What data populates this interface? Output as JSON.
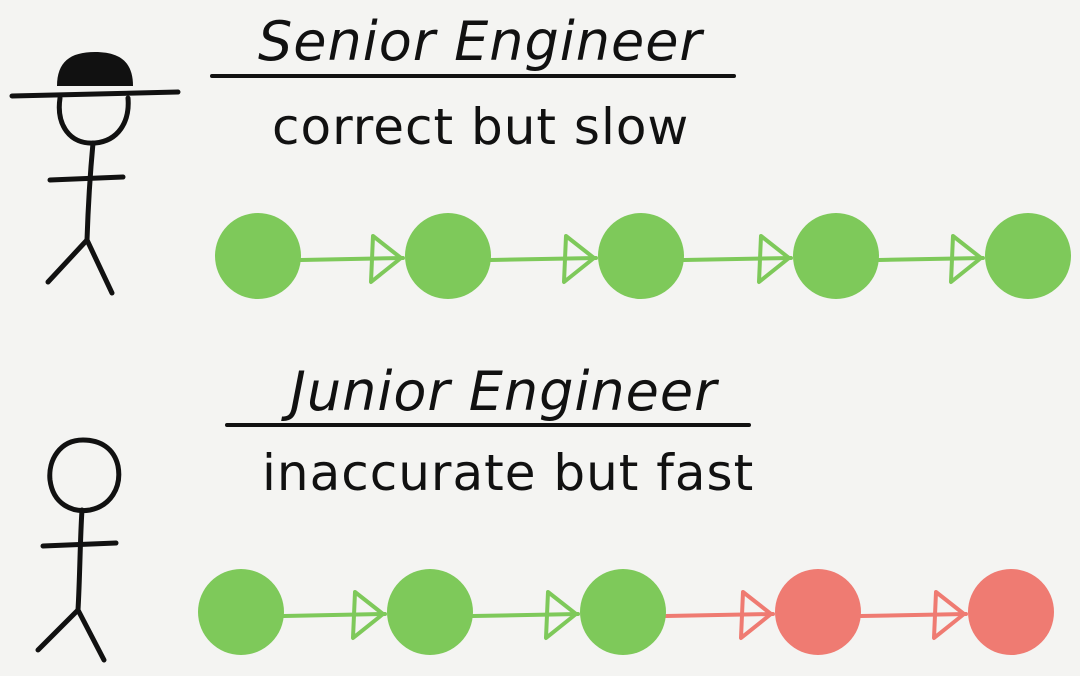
{
  "colors": {
    "background": "#f4f4f2",
    "ink": "#111111",
    "success_node": "#7ec95a",
    "success_arrow": "#7ec95a",
    "error_node": "#ef7b72",
    "error_arrow": "#ef7b72"
  },
  "senior": {
    "title": "Senior Engineer",
    "description": "correct but slow",
    "avatar_icon": "stick-figure-with-hat-icon",
    "steps": [
      "success",
      "success",
      "success",
      "success",
      "success"
    ]
  },
  "junior": {
    "title": "Junior Engineer",
    "description": "inaccurate but fast",
    "avatar_icon": "stick-figure-icon",
    "steps": [
      "success",
      "success",
      "success",
      "error",
      "error"
    ]
  }
}
